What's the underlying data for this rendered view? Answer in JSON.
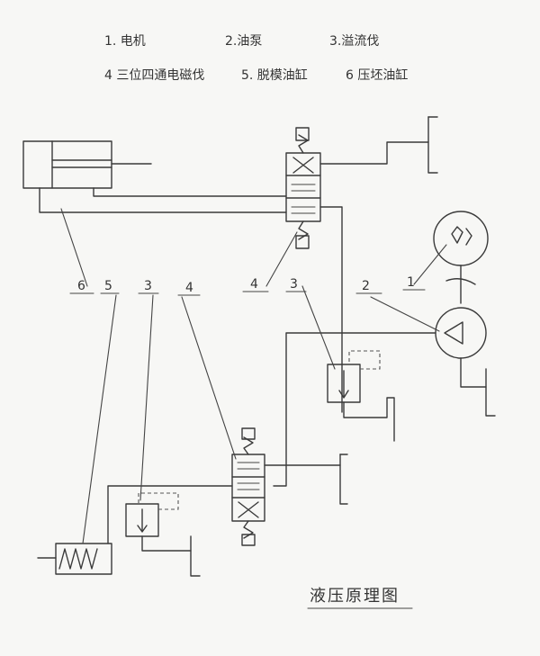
{
  "legend": [
    {
      "text": "1. 电机"
    },
    {
      "text": "2.油泵"
    },
    {
      "text": "3.溢流伐"
    },
    {
      "text": "4 三位四通电磁伐"
    },
    {
      "text": "5. 脱模油缸"
    },
    {
      "text": "6 压坯油缸"
    }
  ],
  "labels": {
    "l6": "6",
    "l5": "5",
    "l3a": "3",
    "l4a": "4",
    "l4b": "4",
    "l3b": "3",
    "l2": "2",
    "l1": "1"
  },
  "title": "液压原理图"
}
